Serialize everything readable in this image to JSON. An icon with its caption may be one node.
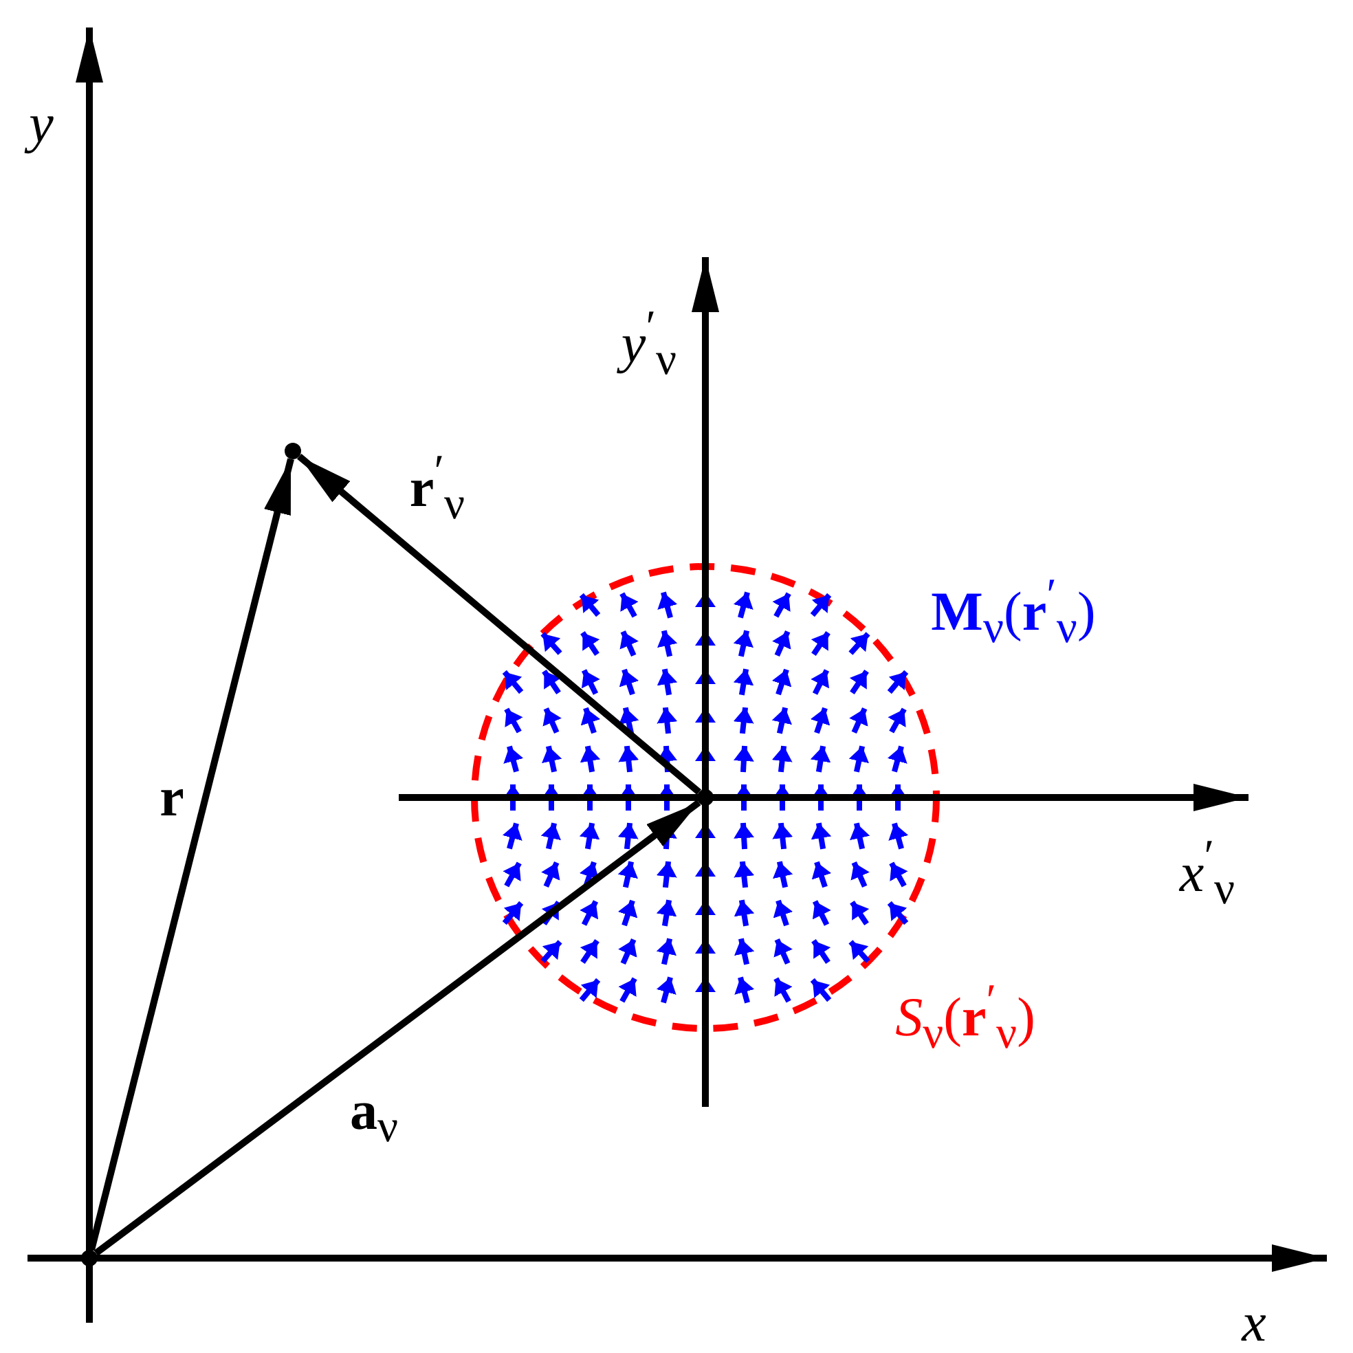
{
  "diagram": {
    "nodes": [
      {
        "text": [],
        "shape": "point"
      },
      {
        "text": [],
        "shape": "point"
      },
      {
        "text": [],
        "shape": "point"
      }
    ],
    "edges": [
      {
        "from": 0,
        "to": 1,
        "arrow": "to",
        "label": "r"
      },
      {
        "from": 0,
        "to": 2,
        "arrow": "to",
        "label": "**a**$_{ν}$"
      },
      {
        "from": 2,
        "to": 1,
        "arrow": "to",
        "label": "**r**$^{′}$$_{ν}$"
      }
    ],
    "labels": [
      "y",
      "*y*$^{′}$$_{ν}$",
      "**M**$_{ν}$(**r**$^{′}$$_{ν}$)",
      "*x*$^{′}$$_{ν}$",
      "*S*$_{ν}$(**r**$^{′}$$_{ν}$)",
      "x"
    ]
  }
}
